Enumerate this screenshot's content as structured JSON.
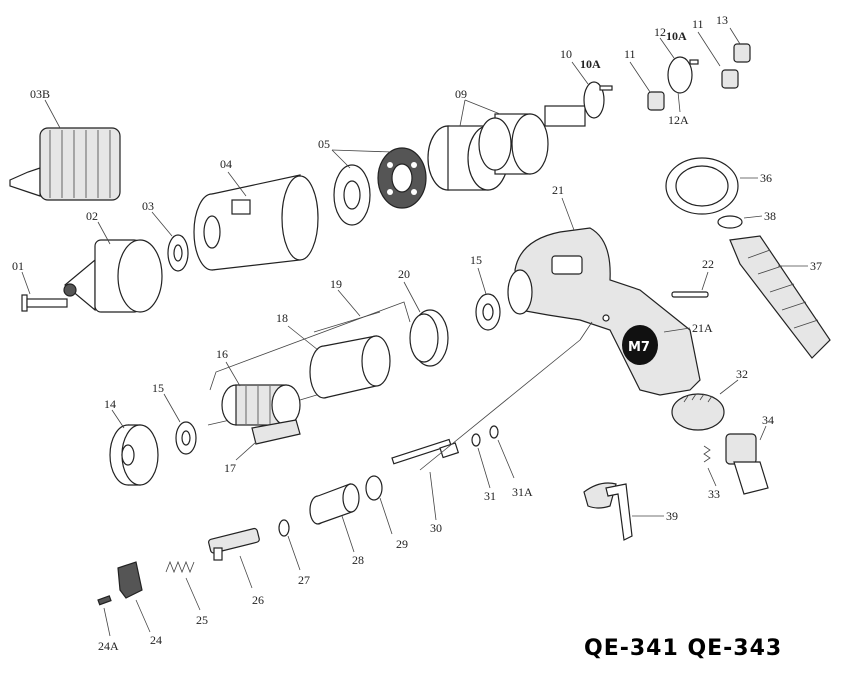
{
  "model": "QE-341 QE-343",
  "logo_text": "M7",
  "labels": {
    "p01": "01",
    "p02": "02",
    "p03": "03",
    "p03b": "03B",
    "p04": "04",
    "p05": "05",
    "p09": "09",
    "p10": "10",
    "p10a_1": "10A",
    "p10a_2": "10A",
    "p11_1": "11",
    "p11_2": "11",
    "p12": "12",
    "p12a": "12A",
    "p13": "13",
    "p14": "14",
    "p15_1": "15",
    "p15_2": "15",
    "p16": "16",
    "p17": "17",
    "p18": "18",
    "p19": "19",
    "p20": "20",
    "p21": "21",
    "p21a": "21A",
    "p22": "22",
    "p24": "24",
    "p24a": "24A",
    "p25": "25",
    "p26": "26",
    "p27": "27",
    "p28": "28",
    "p29": "29",
    "p30": "30",
    "p31": "31",
    "p31a": "31A",
    "p32": "32",
    "p33": "33",
    "p34": "34",
    "p36": "36",
    "p37": "37",
    "p38": "38",
    "p39": "39"
  }
}
